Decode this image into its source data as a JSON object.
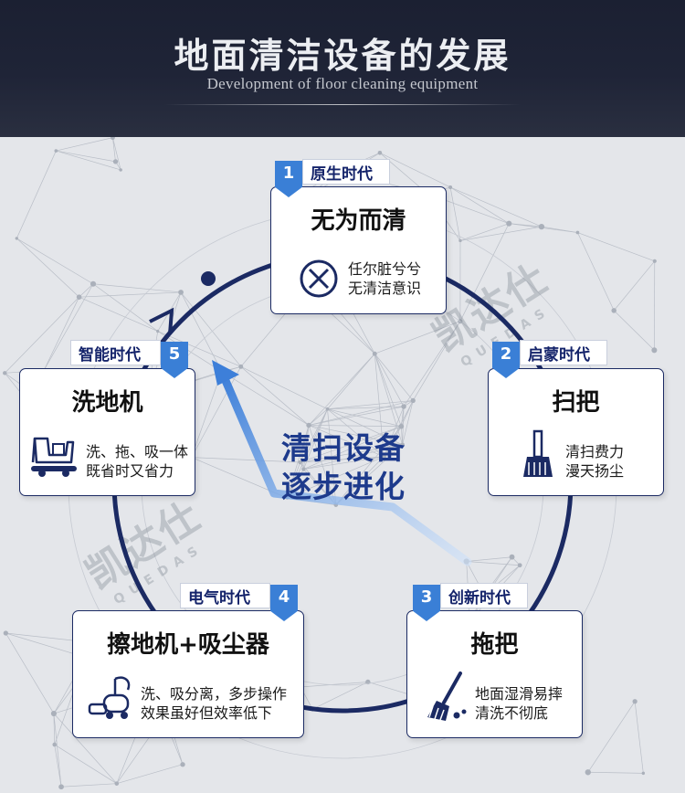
{
  "header": {
    "title": "地面清洁设备的发展",
    "subtitle": "Development of floor cleaning equipment"
  },
  "watermark": {
    "brand": "凯达仕",
    "sub": "QUEDAS"
  },
  "center": {
    "line1": "清扫设备",
    "line2": "逐步进化"
  },
  "colors": {
    "navy": "#1b2a63",
    "accent_blue": "#3a7fd6",
    "tag_text": "#15246b",
    "center_text": "#1d3a8c"
  },
  "stages": [
    {
      "num": "1",
      "era": "原生时代",
      "title": "无为而清",
      "icon": "prohibited-circle-icon",
      "desc1": "任尔脏兮兮",
      "desc2": "无清洁意识"
    },
    {
      "num": "2",
      "era": "启蒙时代",
      "title": "扫把",
      "icon": "broom-icon",
      "desc1": "清扫费力",
      "desc2": "漫天扬尘"
    },
    {
      "num": "3",
      "era": "创新时代",
      "title": "拖把",
      "icon": "mop-icon",
      "desc1": "地面湿滑易摔",
      "desc2": "清洗不彻底"
    },
    {
      "num": "4",
      "era": "电气时代",
      "title": "擦地机+吸尘器",
      "icon": "vacuum-cleaner-icon",
      "desc1": "洗、吸分离，多步操作",
      "desc2": "效果虽好但效率低下"
    },
    {
      "num": "5",
      "era": "智能时代",
      "title": "洗地机",
      "icon": "ride-on-scrubber-icon",
      "desc1": "洗、拖、吸一体",
      "desc2": "既省时又省力"
    }
  ]
}
